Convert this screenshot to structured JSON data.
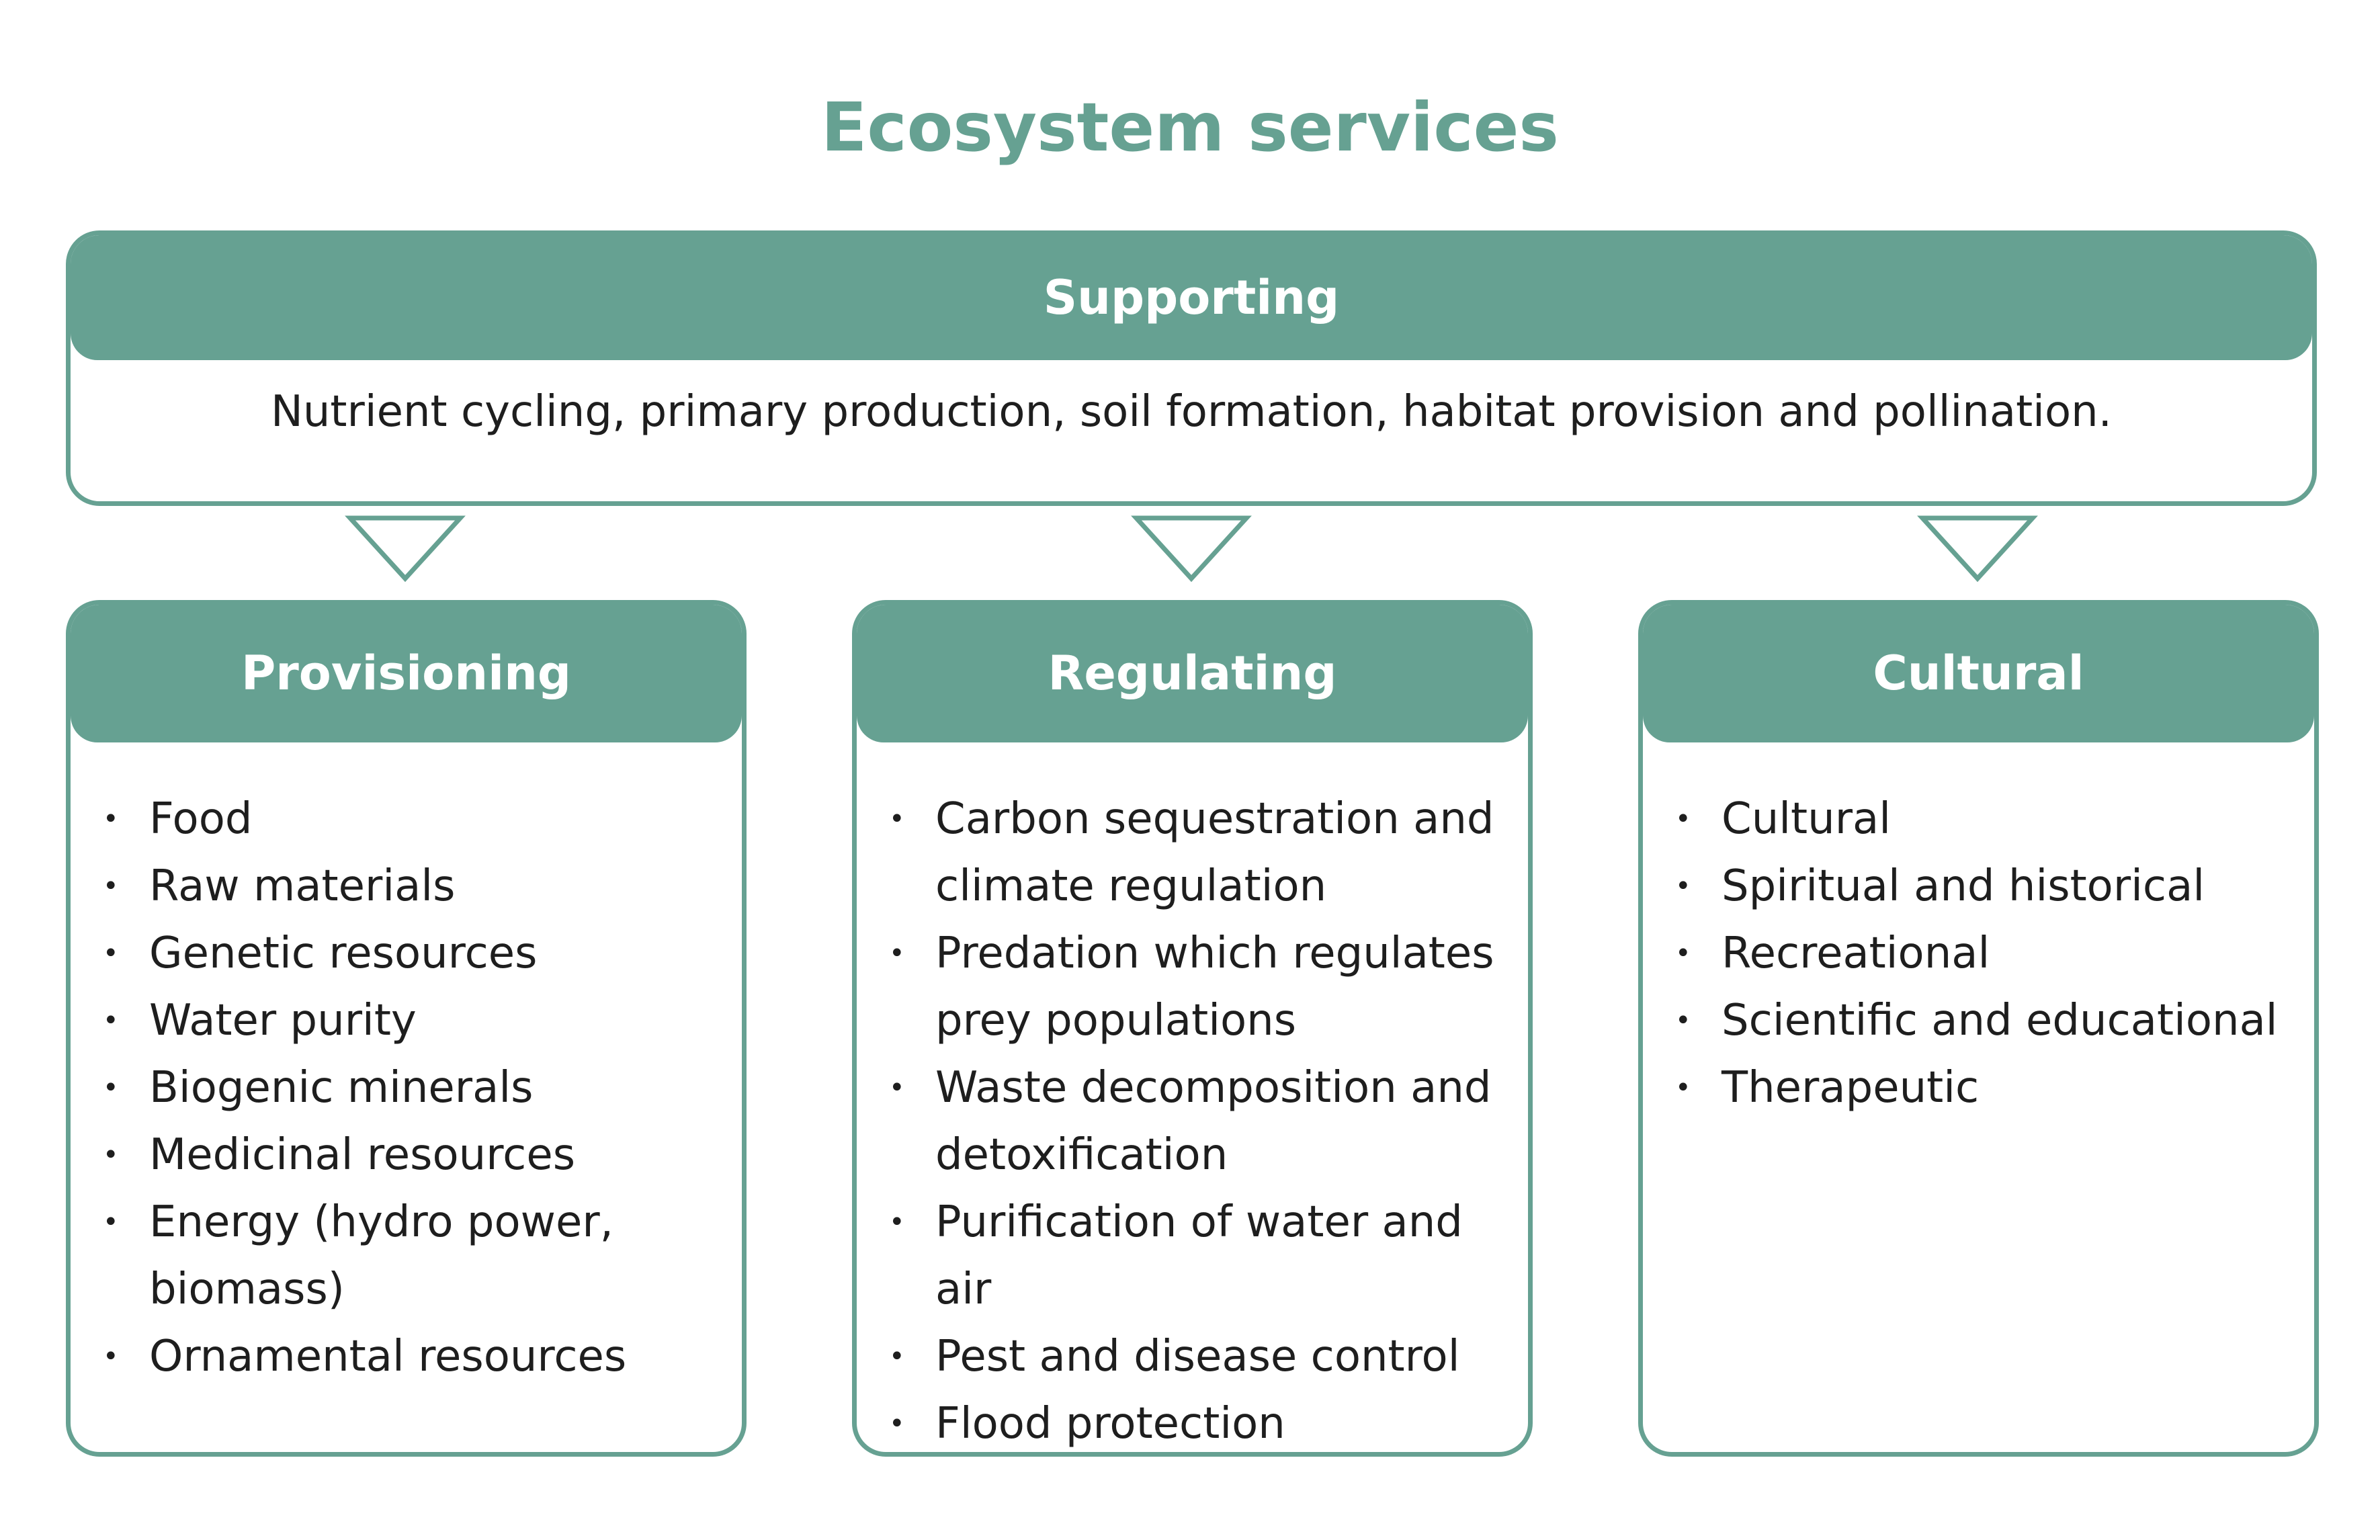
{
  "title": "Ecosystem services",
  "colors": {
    "accent": "#66a192",
    "text": "#1e1e1e",
    "header_text": "#ffffff",
    "background": "#ffffff"
  },
  "supporting": {
    "header": "Supporting",
    "text": "Nutrient cycling, primary production, soil formation, habitat provision and pollination."
  },
  "columns": [
    {
      "header": "Provisioning",
      "items": [
        "Food",
        "Raw materials",
        "Genetic resources",
        "Water purity",
        "Biogenic minerals",
        "Medicinal resources",
        "Energy (hydro power,\nbiomass)",
        "Ornamental resources"
      ]
    },
    {
      "header": "Regulating",
      "items": [
        "Carbon sequestration and\nclimate regulation",
        "Predation which regulates\nprey populations",
        "Waste decomposition and\ndetoxification",
        "Purification of water and air",
        "Pest and disease control",
        "Flood protection"
      ]
    },
    {
      "header": "Cultural",
      "items": [
        "Cultural",
        "Spiritual and historical",
        "Recreational",
        "Scientific and educational",
        "Therapeutic"
      ]
    }
  ]
}
